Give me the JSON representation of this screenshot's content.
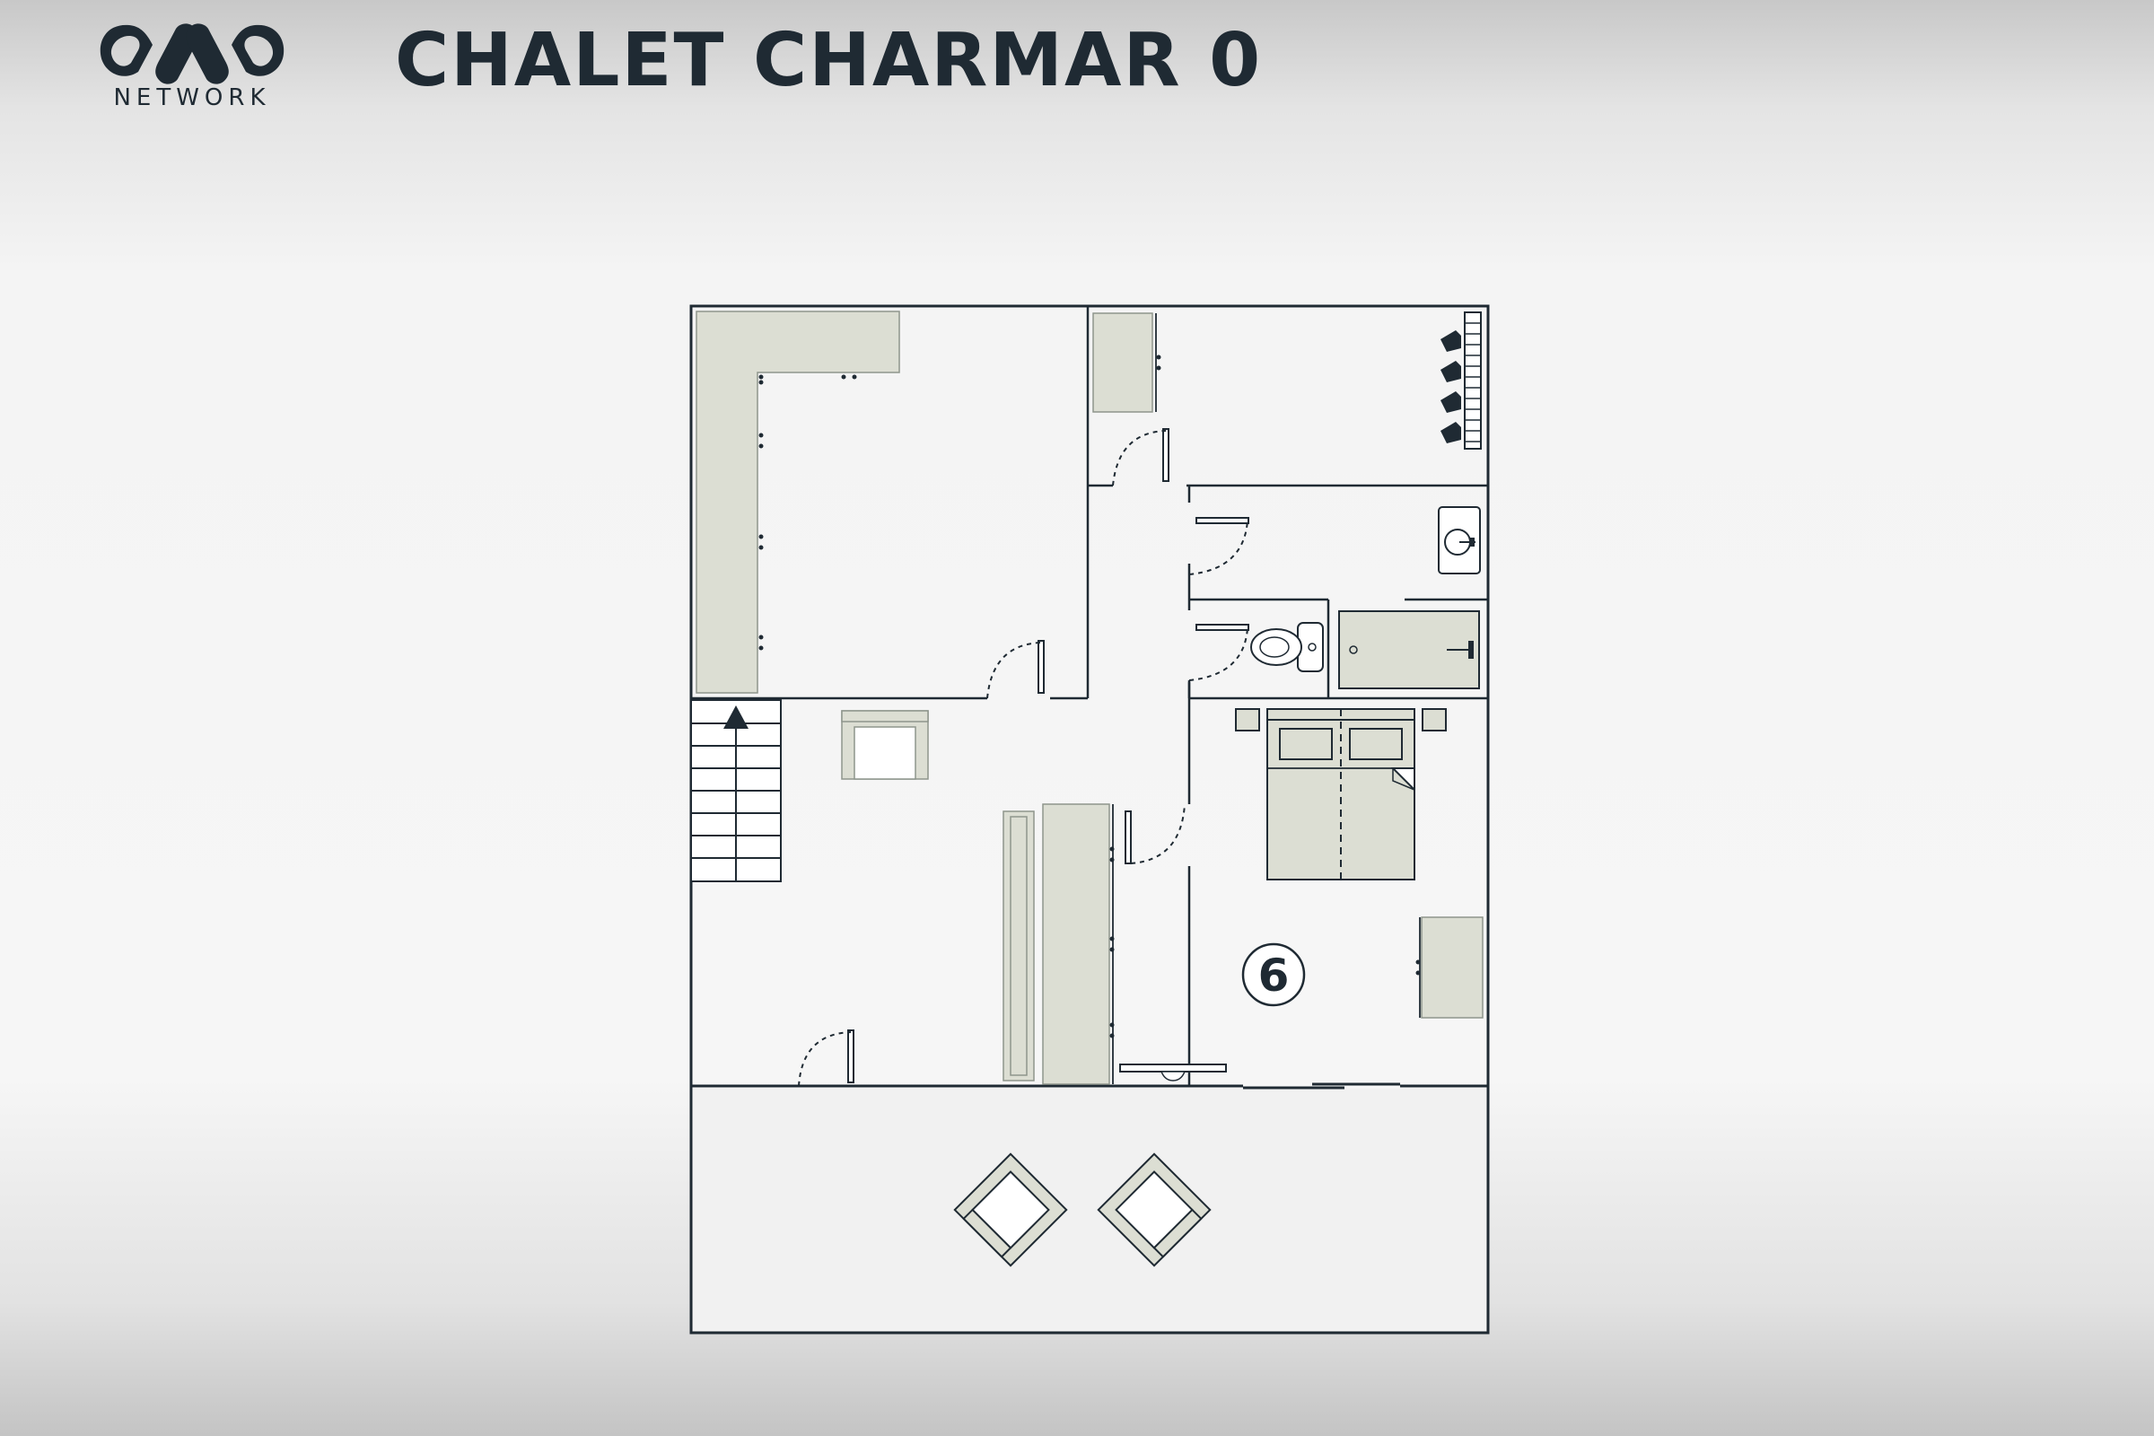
{
  "header": {
    "brand_name": "NETWORK",
    "title": "CHALET CHARMAR 0"
  },
  "plan": {
    "room_badges": [
      "6"
    ]
  },
  "colors": {
    "ink": "#1f2a33",
    "furniture_fill": "#dcded3",
    "furniture_stroke": "#8e958c"
  },
  "icons": {
    "logo": "ovo-logo-icon",
    "stairs_direction": "arrow-up-icon"
  }
}
